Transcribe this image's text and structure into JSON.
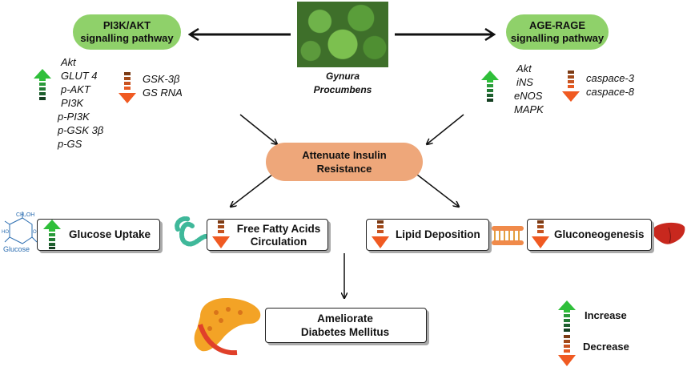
{
  "plant": {
    "line1": "Gynura",
    "line2": "Procumbens"
  },
  "pi3k": {
    "line1": "PI3K/AKT",
    "line2": "signalling pathway"
  },
  "age": {
    "line1": "AGE-RAGE",
    "line2": "signalling pathway"
  },
  "pi3k_up": [
    "Akt",
    "GLUT 4",
    "p-AKT",
    "PI3K",
    "p-PI3K",
    "p-GSK 3β",
    "p-GS"
  ],
  "pi3k_down": [
    "GSK-3β",
    "GS RNA"
  ],
  "age_up": [
    "Akt",
    "iNS",
    "eNOS",
    "MAPK"
  ],
  "age_down": [
    "caspace-3",
    "caspace-8"
  ],
  "center": {
    "line1": "Attenuate Insulin",
    "line2": "Resistance"
  },
  "outcomes": {
    "glucose": "Glucose Uptake",
    "ffa1": "Free Fatty Acids",
    "ffa2": "Circulation",
    "lipid": "Lipid Deposition",
    "gluco": "Gluconeogenesis"
  },
  "final": {
    "line1": "Ameliorate",
    "line2": "Diabetes Mellitus"
  },
  "glucose_caption": "Glucose",
  "legend": {
    "increase": "Increase",
    "decrease": "Decrease"
  },
  "colors": {
    "green_pill": "#8fd16a",
    "orange_pill": "#eea77a",
    "up_arrow": "#2fbf3a",
    "down_arrow": "#f05a22"
  }
}
